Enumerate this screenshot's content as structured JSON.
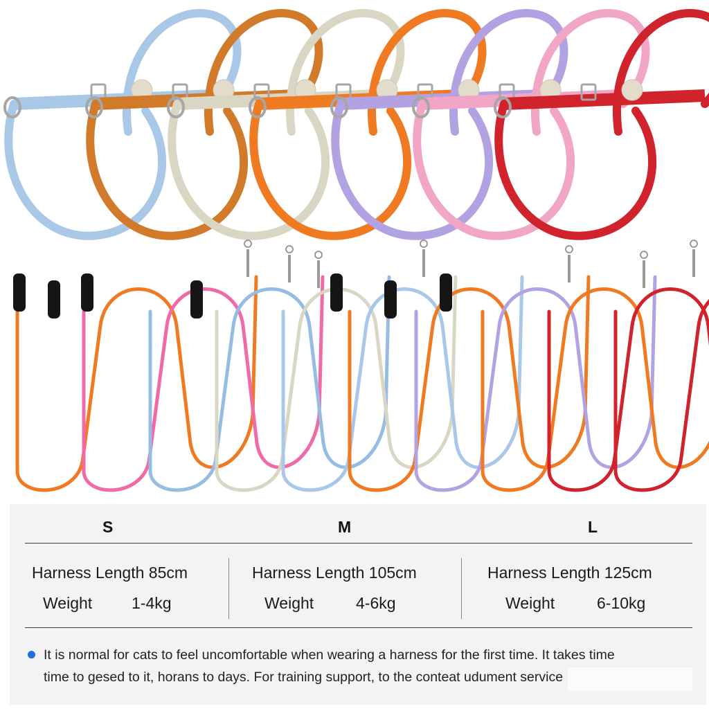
{
  "sizes": [
    {
      "label": "S",
      "harness": "Harness Length 85cm",
      "weight_label": "Weight",
      "weight_value": "1-4kg"
    },
    {
      "label": "M",
      "harness": "Harness Length 105cm",
      "weight_label": "Weight",
      "weight_value": "4-6kg"
    },
    {
      "label": "L",
      "harness": "Harness Length 125cm",
      "weight_label": "Weight",
      "weight_value": "6-10kg"
    }
  ],
  "note": {
    "line1": "It is normal for cats to feel uncomfortable when wearing a harness for the first time. It takes time",
    "line2": "time to gesed to it, horans to days. For training support, to the conteat udument service"
  },
  "colors": {
    "accent_dot": "#1f6fe0",
    "harness_colors": [
      "#a9c8e8",
      "#d07a2a",
      "#d9d6c4",
      "#f07a22",
      "#b3a2e2",
      "#f2a6c6",
      "#d0232b"
    ],
    "leash_colors": [
      "#f07a22",
      "#f06aa8",
      "#96bce4",
      "#d9d6c4",
      "#a9c8e8",
      "#f07a22",
      "#b3a2e2",
      "#f07a22",
      "#d0232b",
      "#d0232b"
    ]
  },
  "icons": {
    "bullet": "blue-dot-icon",
    "handle": "foam-handle-icon",
    "clip": "metal-clip-icon",
    "buckle": "d-ring-icon"
  }
}
